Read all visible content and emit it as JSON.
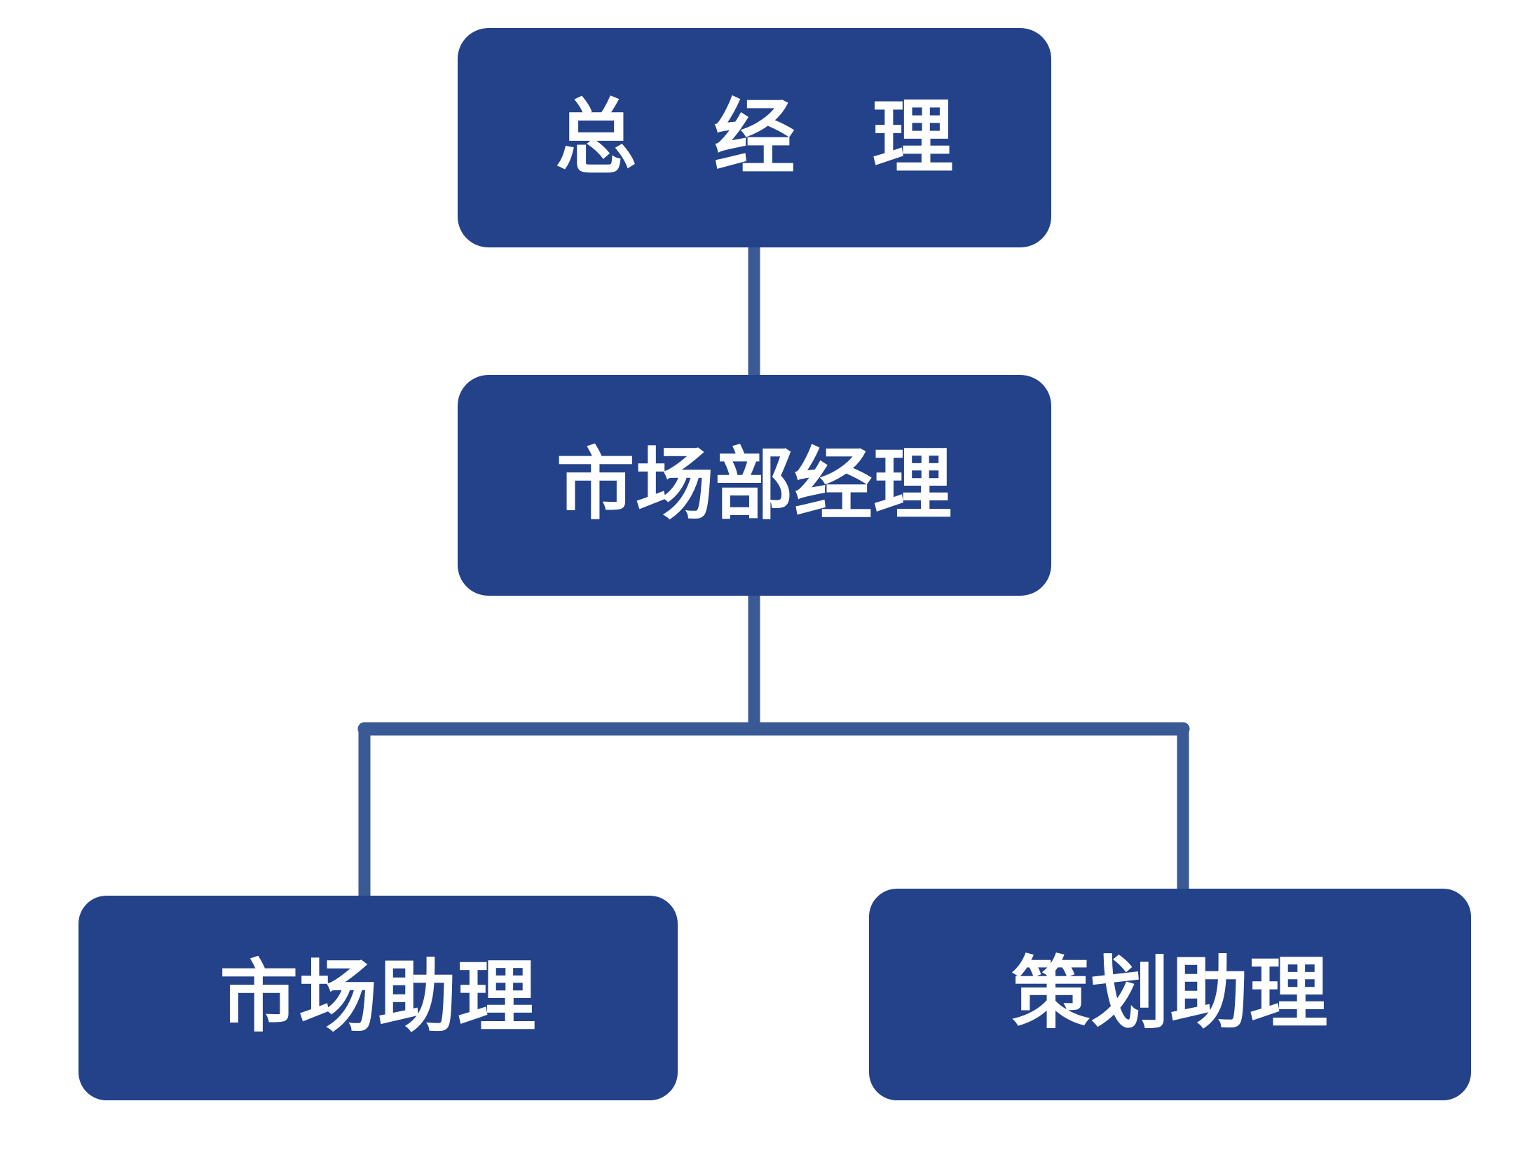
{
  "diagram": {
    "type": "organization-chart",
    "orientation": "top-down",
    "background_color": "#FFFFFF",
    "node_fill_color": "#23428A",
    "node_text_color": "#FFFFFF",
    "connector_color": "#3A5A96",
    "nodes": [
      {
        "id": "general-manager",
        "label": "总 经 理",
        "level": 1
      },
      {
        "id": "marketing-manager",
        "label": "市场部经理",
        "level": 2
      },
      {
        "id": "marketing-assistant",
        "label": "市场助理",
        "level": 3
      },
      {
        "id": "planning-assistant",
        "label": "策划助理",
        "level": 3
      }
    ],
    "edges": [
      {
        "from": "general-manager",
        "to": "marketing-manager"
      },
      {
        "from": "marketing-manager",
        "to": "marketing-assistant"
      },
      {
        "from": "marketing-manager",
        "to": "planning-assistant"
      }
    ]
  }
}
